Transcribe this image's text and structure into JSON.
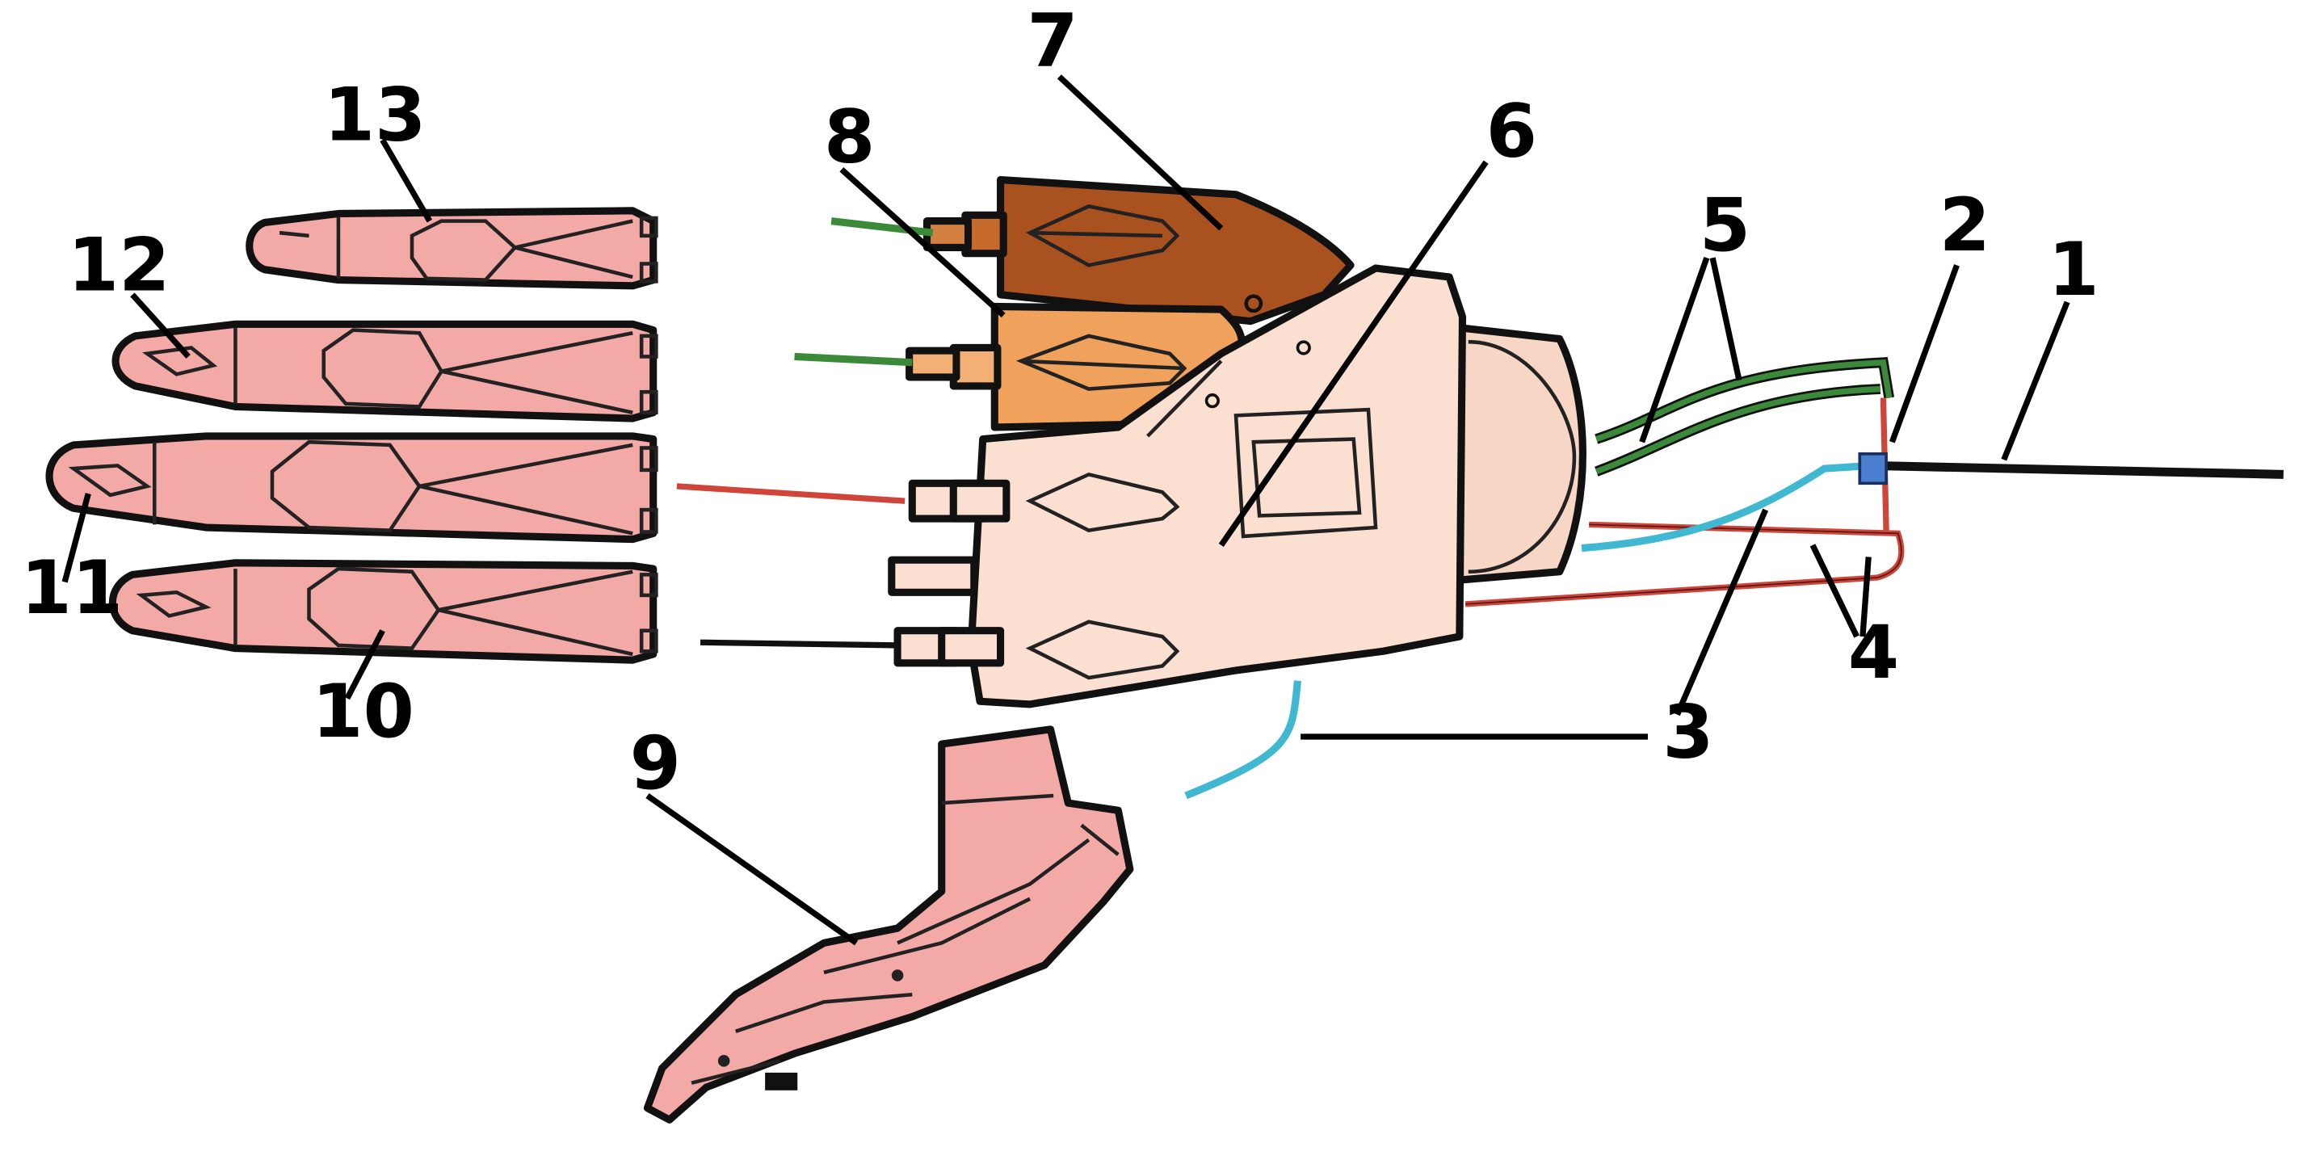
{
  "colors": {
    "finger_pink": "#f3a9a6",
    "palm_peach": "#fbe0d2",
    "motor_dark": "#a9521f",
    "motor_light": "#f0a25c",
    "wire_green": "#3b8a3a",
    "wire_red": "#d0453a",
    "wire_cyan": "#41b8d2",
    "cable_black": "#111111",
    "connector_blue": "#4a7fd0"
  },
  "labels": [
    "1",
    "2",
    "3",
    "3",
    "4",
    "5",
    "6",
    "7",
    "8",
    "9",
    "10",
    "11",
    "12",
    "13"
  ]
}
